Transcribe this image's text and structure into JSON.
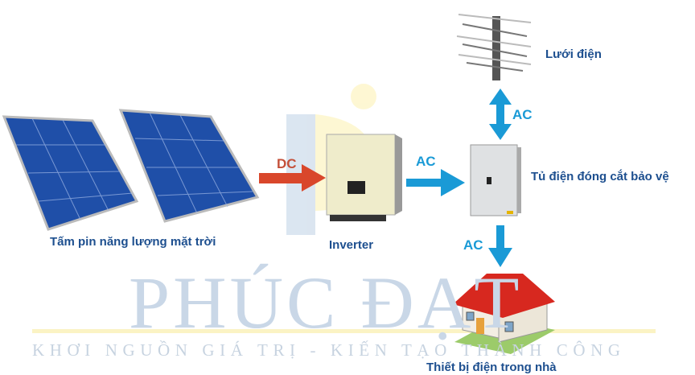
{
  "watermark": {
    "brand": "PHÚC ĐẠT",
    "slogan": "KHƠI NGUỒN GIÁ TRỊ - KIẾN TẠO THÀNH CÔNG"
  },
  "labels": {
    "panels": "Tấm pin năng lượng mặt trời",
    "inverter": "Inverter",
    "grid": "Lưới điện",
    "cabinet": "Tủ điện đóng cắt bảo vệ",
    "house": "Thiết bị điện trong nhà"
  },
  "arrows": {
    "dc": "DC",
    "ac_inverter": "AC",
    "ac_grid": "AC",
    "ac_house": "AC"
  },
  "colors": {
    "dc_arrow": "#d9472b",
    "ac_arrow": "#1a9ad6",
    "label": "#1d4f8f"
  }
}
